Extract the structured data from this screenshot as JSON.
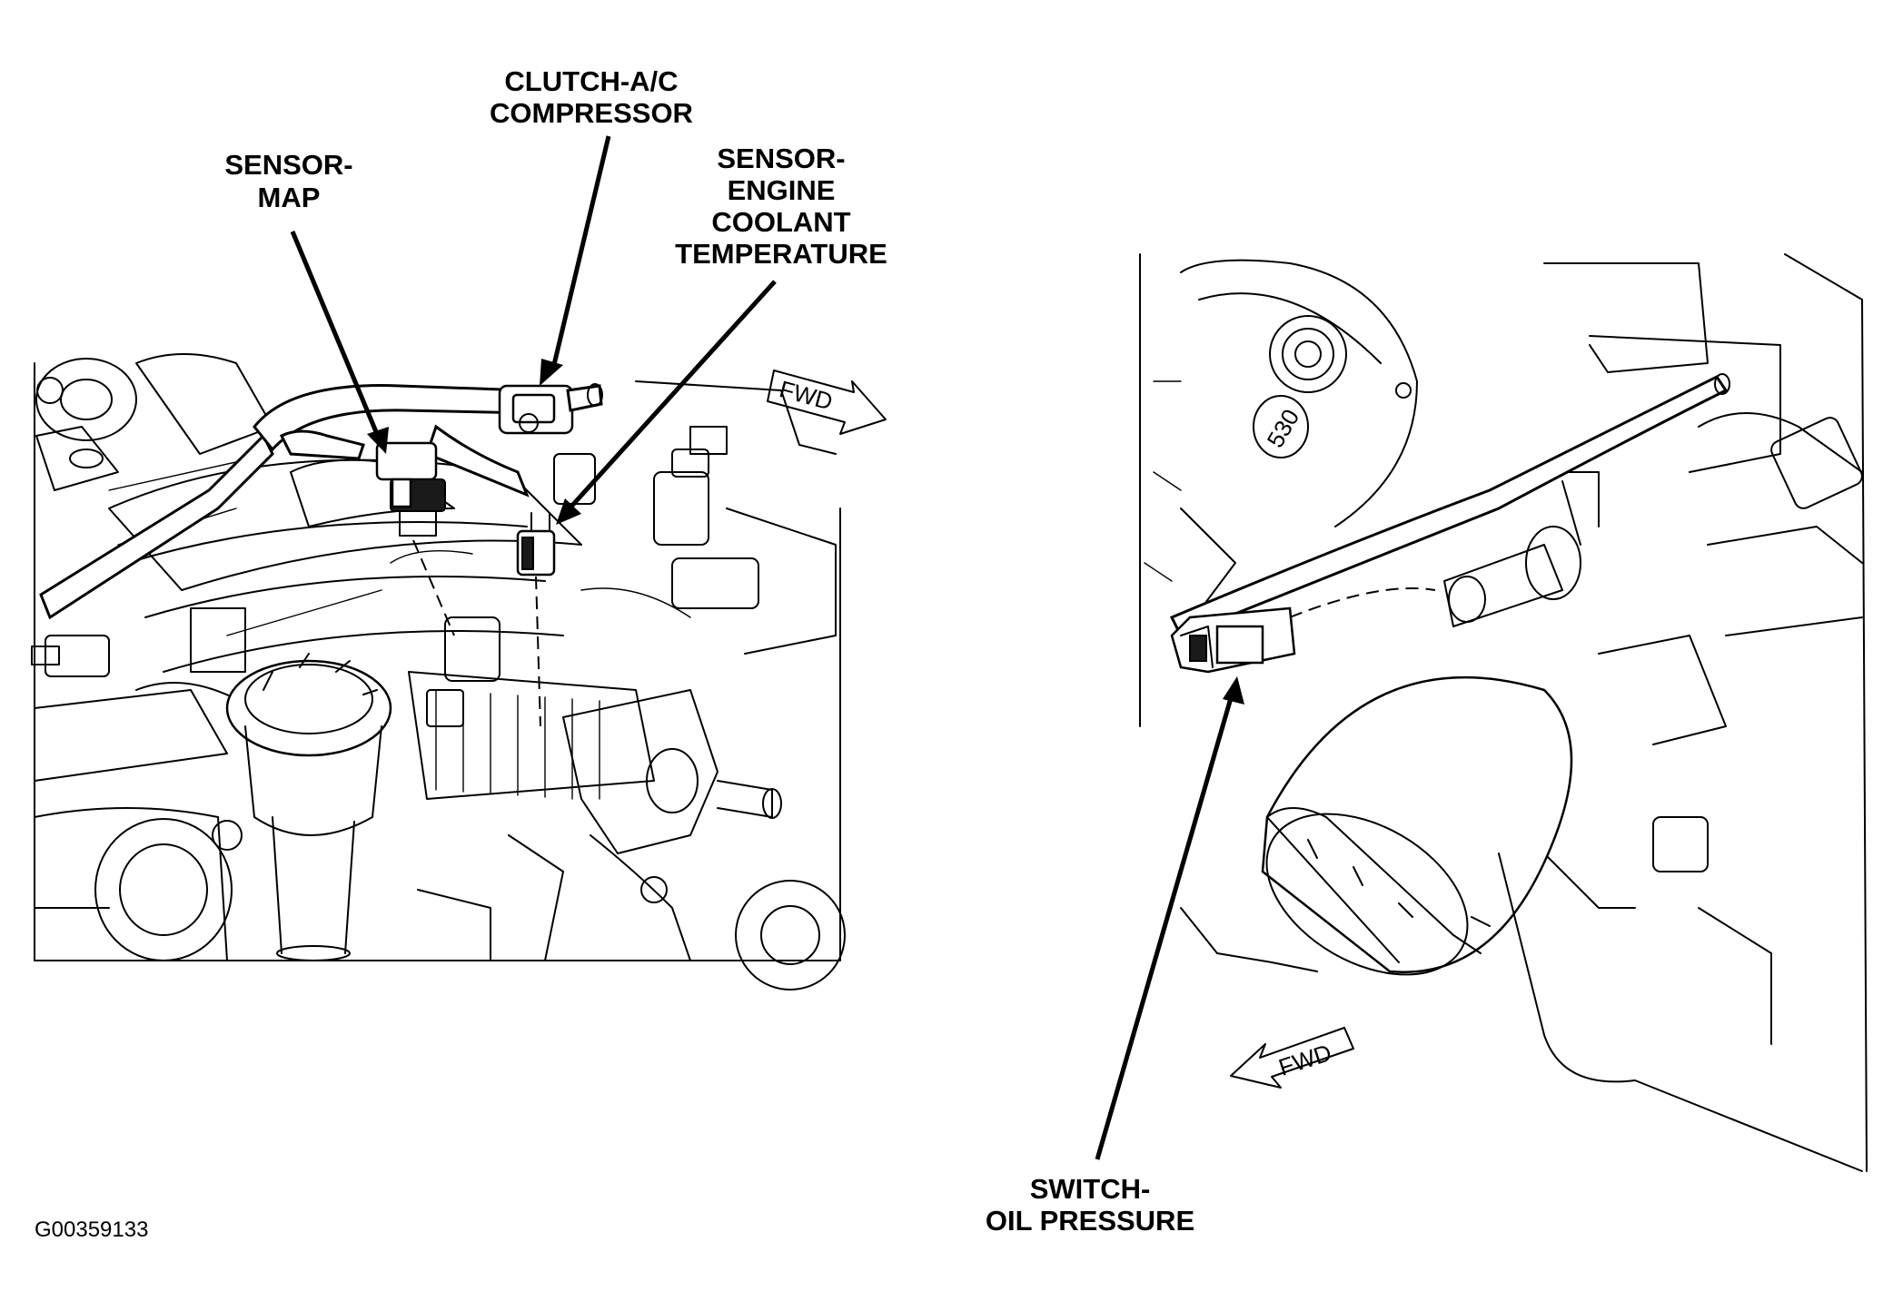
{
  "callouts": {
    "clutch_ac_compressor": [
      "CLUTCH-A/C",
      "COMPRESSOR"
    ],
    "sensor_map": [
      "SENSOR-",
      "MAP"
    ],
    "sensor_ect": [
      "SENSOR-",
      "ENGINE",
      "COOLANT",
      "TEMPERATURE"
    ],
    "switch_oil_pressure": [
      "SWITCH-",
      "OIL PRESSURE"
    ]
  },
  "direction_arrows": {
    "left_view": "FWD",
    "right_view": "FWD"
  },
  "engine_marking": "530",
  "figure_id": "G00359133"
}
